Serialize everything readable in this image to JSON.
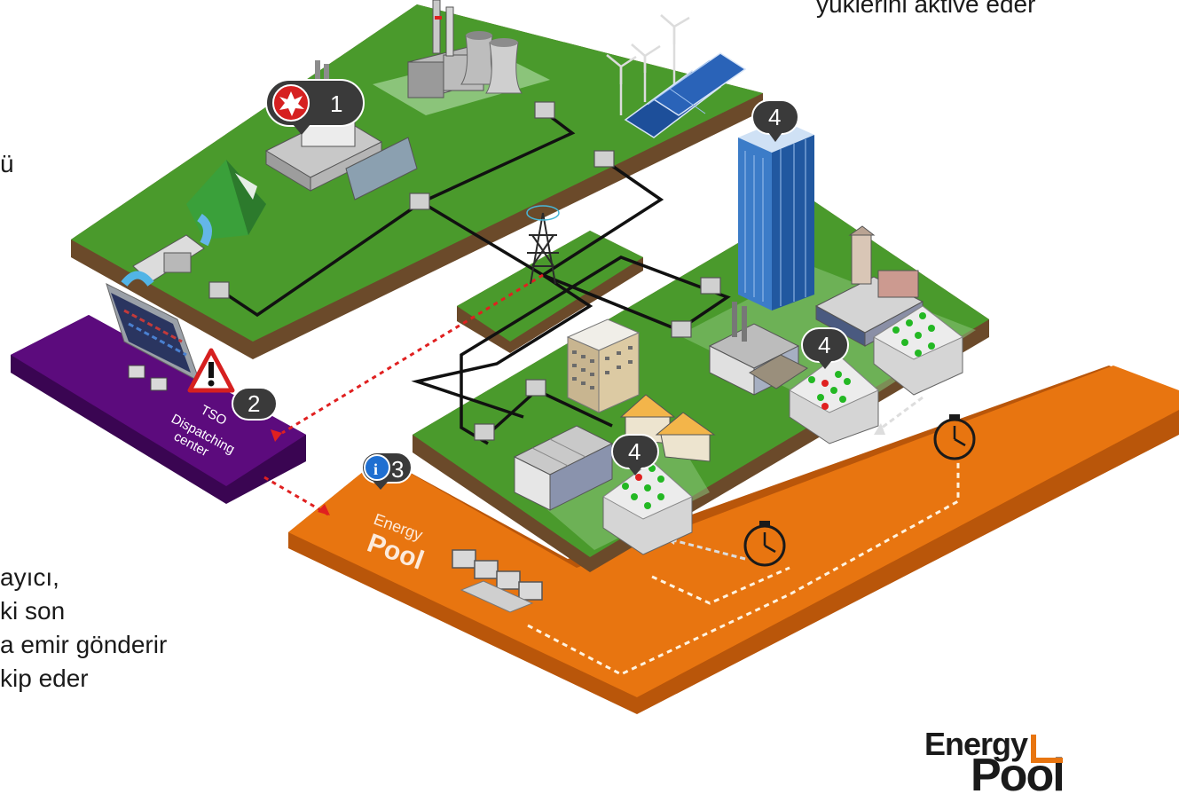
{
  "captions": {
    "top_right": "yüklerini aktive eder",
    "left_top": "ü",
    "left_bottom": [
      "ayıcı,",
      "ki son",
      "a emir gönderir",
      "kip eder"
    ]
  },
  "platforms": {
    "tso": [
      "TSO",
      "Dispatching",
      "center"
    ],
    "pool_top": "Energy",
    "pool_bottom": "Pool"
  },
  "badges": [
    "1",
    "2",
    "3",
    "4",
    "4",
    "4",
    "4"
  ],
  "logo": {
    "top": "Energy",
    "bottom": "Pool"
  },
  "colors": {
    "grass": "#4a9a2c",
    "grass_light": "#8bc47a",
    "soil": "#6b4a2a",
    "orange": "#e87510",
    "orange_dark": "#b9560a",
    "purple": "#5c0b7d",
    "purple_dark": "#3a0552",
    "badge": "#3a3a3a",
    "alert_red": "#d62020",
    "info_blue": "#1f6fd1",
    "signal_red": "#e02020",
    "signal_white": "#dddddd"
  }
}
